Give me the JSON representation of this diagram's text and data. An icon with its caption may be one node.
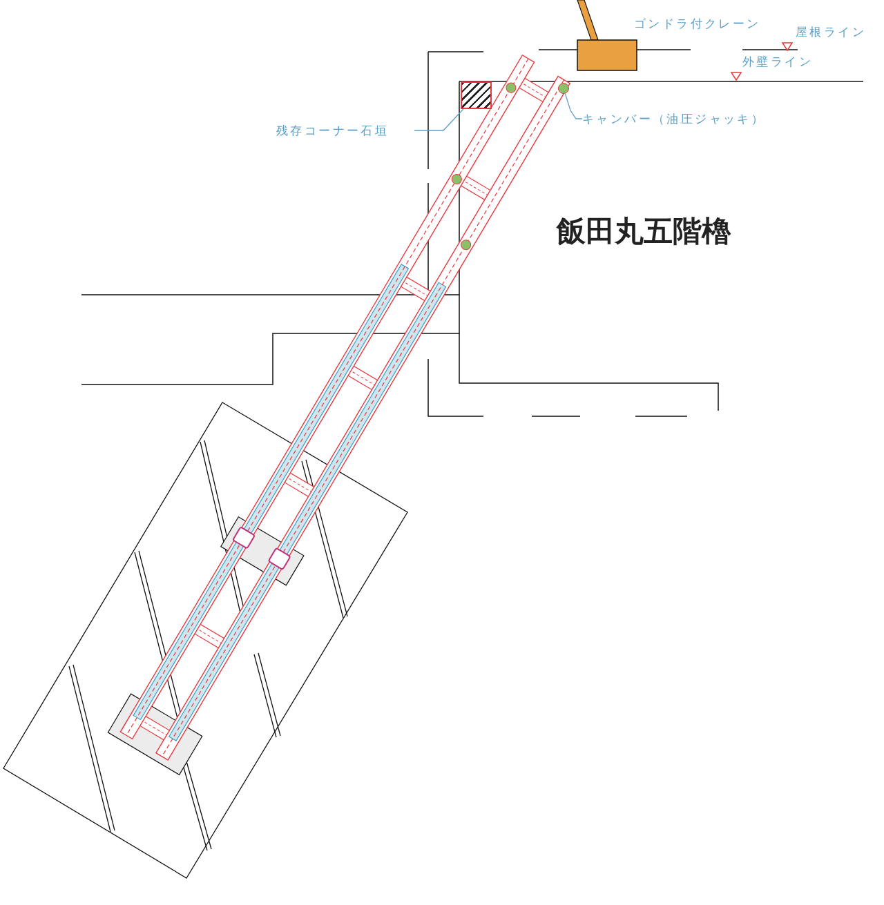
{
  "diagram": {
    "title": "飯田丸五階櫓",
    "nodes": [
      {
        "text": [
          "残存コーナー石垣"
        ]
      },
      {
        "text": [],
        "shape": "box"
      },
      {
        "text": [
          "キャンバー（油圧ジャッキ）"
        ]
      },
      {
        "text": [],
        "shape": "circle"
      }
    ],
    "edges": [
      {
        "from": 0,
        "to": 1,
        "arrow": "none"
      },
      {
        "from": 2,
        "to": 3,
        "arrow": "none"
      }
    ],
    "labels": [
      "ゴンドラ付クレーン",
      "屋根ライン",
      "外壁ライン"
    ]
  }
}
